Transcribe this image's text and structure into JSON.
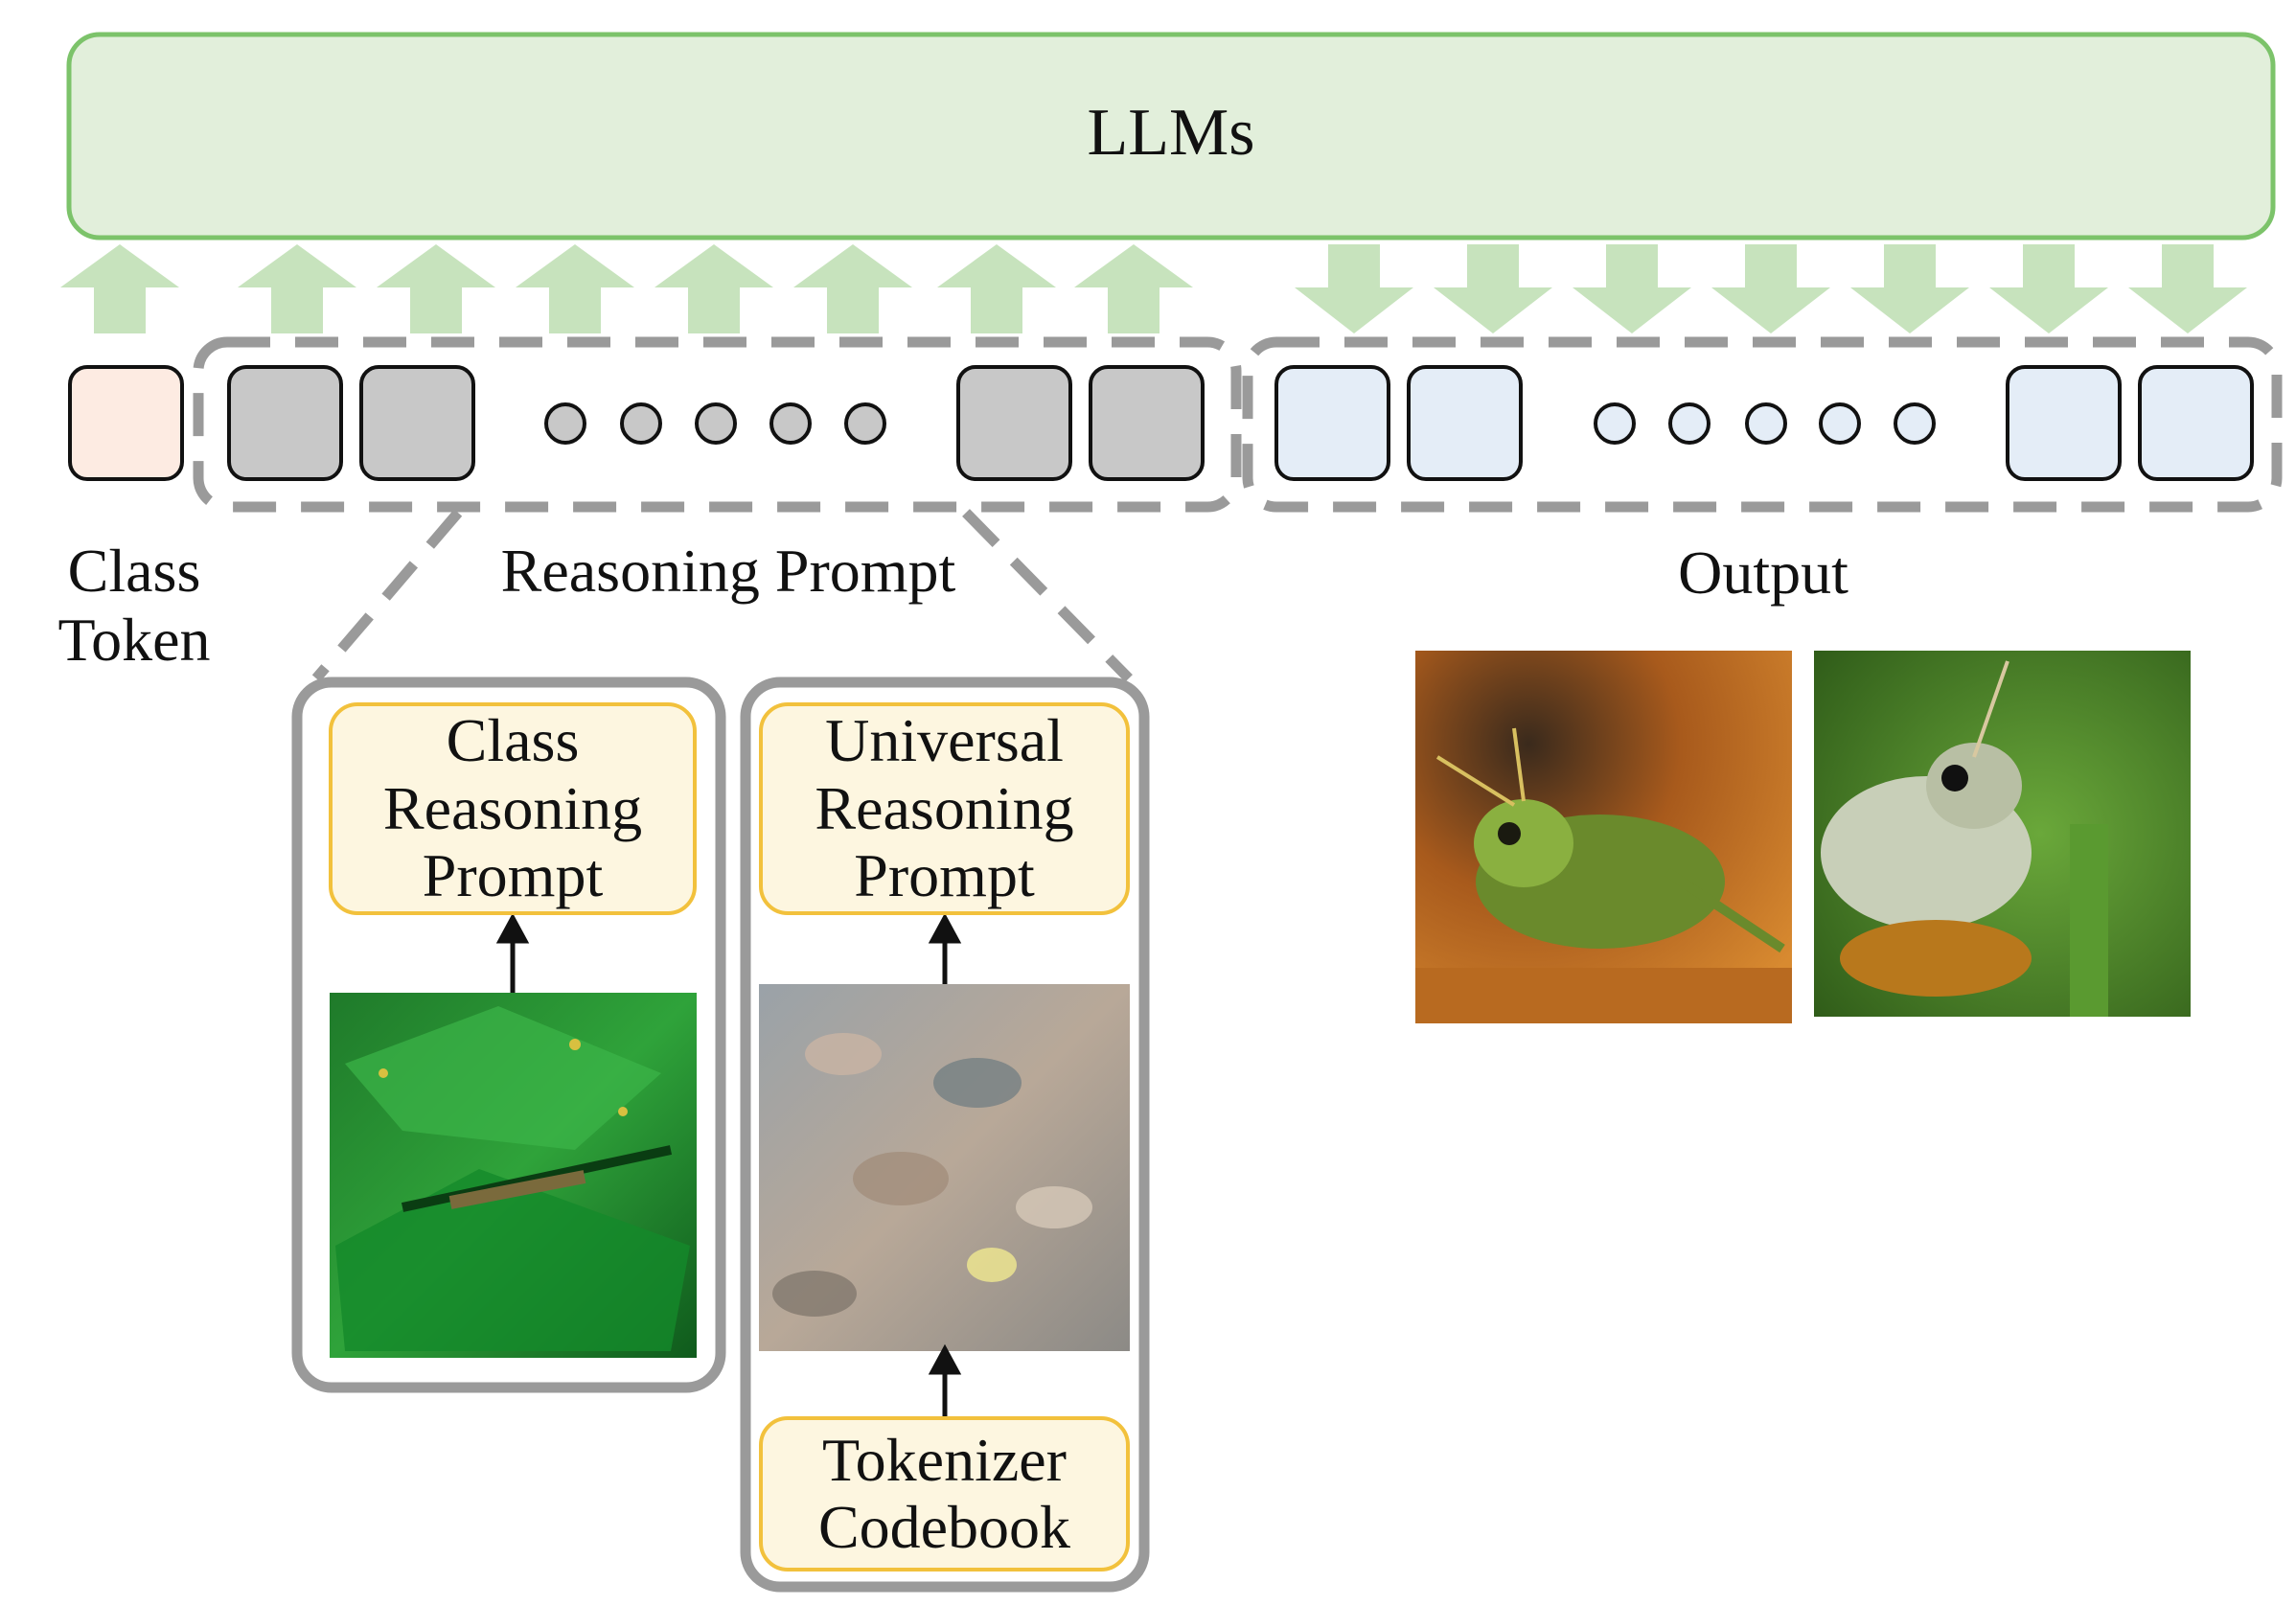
{
  "llm_label": "LLMs",
  "class_token_label": [
    "Class",
    "Token"
  ],
  "reasoning_prompt_label": "Reasoning Prompt",
  "output_label": "Output",
  "class_reasoning_prompt": [
    "Class",
    "Reasoning",
    "Prompt"
  ],
  "universal_reasoning_prompt": [
    "Universal",
    "Reasoning",
    "Prompt"
  ],
  "tokenizer_codebook": [
    "Tokenizer",
    "Codebook"
  ],
  "colors": {
    "llm_fill": "#e2efdb",
    "llm_border": "#7cc36a",
    "arrow": "#c7e3bd",
    "class_token_fill": "#fdebe2",
    "prompt_token_fill": "#c8c8c8",
    "output_token_fill": "#e4edf7",
    "dashed_border": "#9a9a9a",
    "yellow_border": "#f2c13c",
    "yellow_fill": "#fdf6e0"
  },
  "images": [
    "leaf-grasshopper-image",
    "synthetic-texture-image",
    "grasshopper-output-image-1",
    "grasshopper-output-image-2"
  ]
}
